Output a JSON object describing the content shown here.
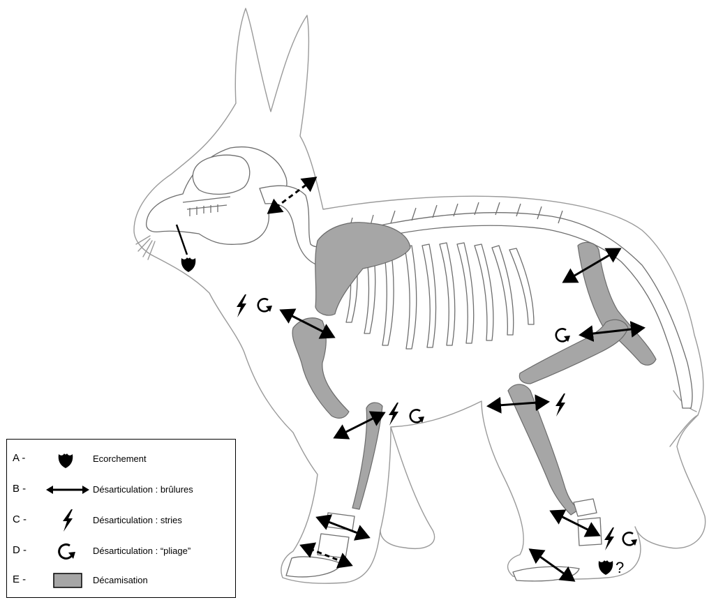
{
  "legend": {
    "items": [
      {
        "letter": "A -",
        "symbol": "ecorchement-icon",
        "label": "Ecorchement"
      },
      {
        "letter": "B -",
        "symbol": "double-arrow-icon",
        "label": "Désarticulation : brûlures"
      },
      {
        "letter": "C -",
        "symbol": "lightning-icon",
        "label": "Désarticulation : stries"
      },
      {
        "letter": "D -",
        "symbol": "curved-arrow-icon",
        "label": "Désarticulation : “pliage”"
      },
      {
        "letter": "E -",
        "symbol": "grey-box",
        "label": "Décamisation"
      }
    ]
  },
  "annotations": {
    "question_mark": "?"
  },
  "colors": {
    "outline": "#9a9a9a",
    "bone": "#6e6e6e",
    "decamisation": "#a6a6a6",
    "marks": "#000000"
  }
}
